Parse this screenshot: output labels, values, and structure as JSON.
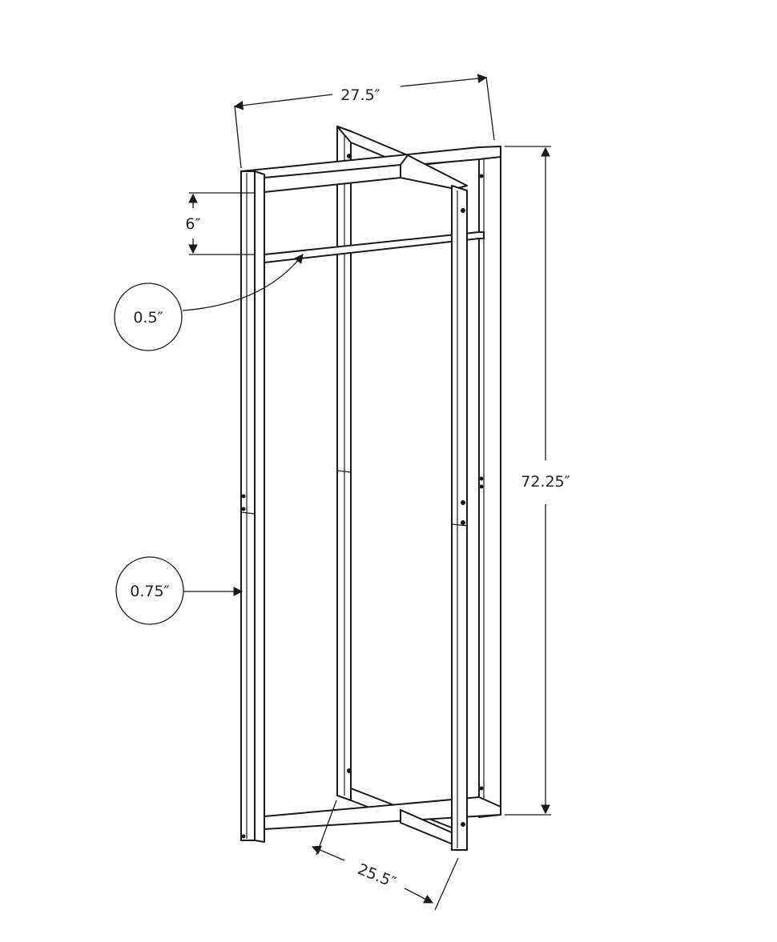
{
  "dimensions": {
    "width": "27.5″",
    "height": "72.25″",
    "depth": "25.5″",
    "bar_offset": "6″"
  },
  "callouts": {
    "bar_diameter": "0.5″",
    "frame_thickness": "0.75″"
  }
}
